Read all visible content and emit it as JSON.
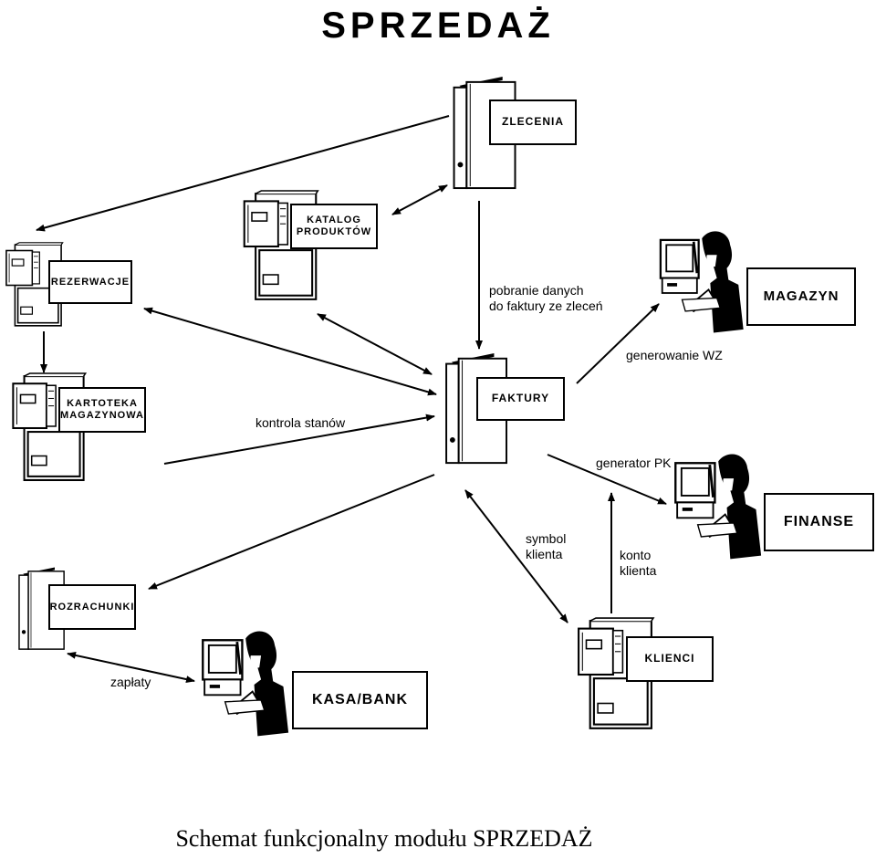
{
  "title": "SPRZEDAŻ",
  "caption": "Schemat funkcjonalny modułu SPRZEDAŻ",
  "nodes": {
    "zlecenia": "ZLECENIA",
    "katalog_line1": "KATALOG",
    "katalog_line2": "PRODUKTÓW",
    "rezerwacje": "REZERWACJE",
    "magazyn": "MAGAZYN",
    "kartoteka_line1": "KARTOTEKA",
    "kartoteka_line2": "MAGAZYNOWA",
    "faktury": "FAKTURY",
    "finanse": "FINANSE",
    "rozrachunki": "ROZRACHUNKI",
    "kasa_bank": "KASA/BANK",
    "klienci": "KLIENCI"
  },
  "annotations": {
    "pobranie_line1": "pobranie danych",
    "pobranie_line2": "do faktury ze zleceń",
    "generowanie_wz": "generowanie WZ",
    "kontrola_stanow": "kontrola stanów",
    "generator_pk": "generator PK",
    "symbol_line1": "symbol",
    "symbol_line2": "klienta",
    "konto_line1": "konto",
    "konto_line2": "klienta",
    "zaplaty": "zapłaty"
  }
}
